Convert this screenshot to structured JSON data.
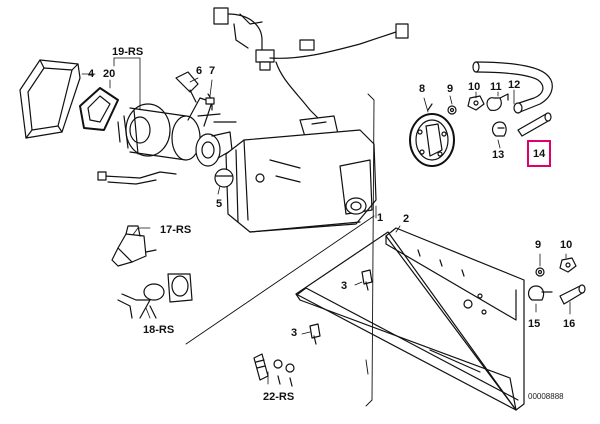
{
  "labels": {
    "l1": "1",
    "l2": "2",
    "l3a": "3",
    "l3b": "3",
    "l4": "4",
    "l5": "5",
    "l6": "6",
    "l7": "7",
    "l8": "8",
    "l9a": "9",
    "l9b": "9",
    "l10a": "10",
    "l10b": "10",
    "l11": "11",
    "l12": "12",
    "l13": "13",
    "l14": "14",
    "l15": "15",
    "l16": "16",
    "l17rs": "17-RS",
    "l18rs": "18-RS",
    "l19rs": "19-RS",
    "l20": "20",
    "l22rs": "22-RS"
  },
  "catalog_number": "00008888",
  "highlight": {
    "part": "14",
    "color": "#e0006a"
  }
}
